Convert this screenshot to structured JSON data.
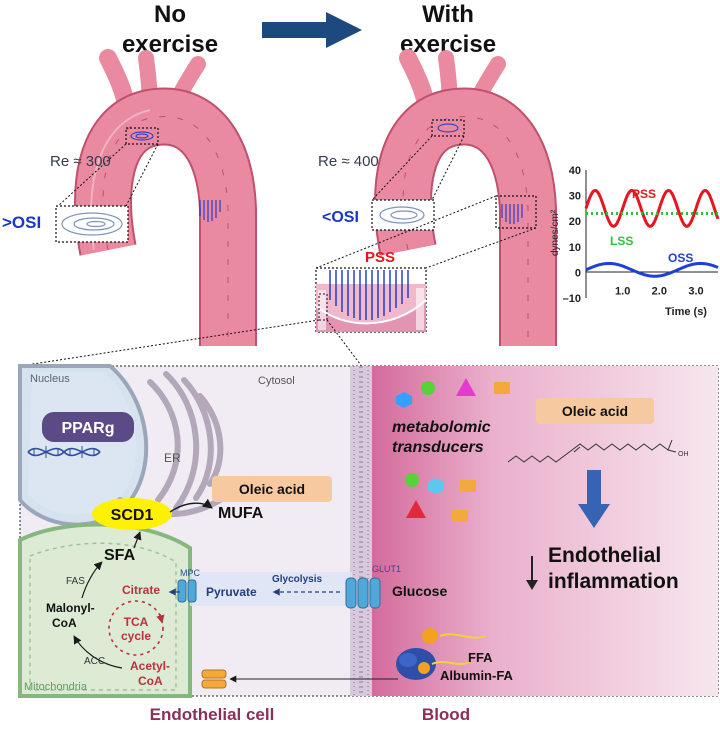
{
  "headers": {
    "no_exercise_line1": "No",
    "no_exercise_line2": "exercise",
    "with_exercise_line1": "With",
    "with_exercise_line2": "exercise"
  },
  "aorta_left": {
    "reynolds": "Re ≈ 300",
    "osi": ">OSI"
  },
  "aorta_right": {
    "reynolds": "Re ≈ 400",
    "osi": "<OSI",
    "pss_label": "PSS"
  },
  "chart_data": {
    "type": "line",
    "title": "",
    "xlabel": "Time (s)",
    "ylabel": "dynes/cm²",
    "xlim": [
      0,
      3.6
    ],
    "ylim": [
      -10,
      40
    ],
    "xticks": [
      "1.0",
      "2.0",
      "3.0"
    ],
    "yticks": [
      "40",
      "30",
      "20",
      "10",
      "0",
      "–10"
    ],
    "grid": false,
    "series": [
      {
        "name": "PSS",
        "color": "#e8141e",
        "style": "solid",
        "mean": 25,
        "amplitude": 7,
        "period": 1.0
      },
      {
        "name": "LSS",
        "color": "#2fbf3a",
        "style": "dotted",
        "mean": 23,
        "amplitude": 0,
        "period": 1.0
      },
      {
        "name": "OSS",
        "color": "#1f3fd6",
        "style": "solid",
        "mean": 1,
        "amplitude": 2.5,
        "period": 2.5
      }
    ]
  },
  "cell": {
    "nucleus": "Nucleus",
    "cytosol": "Cytosol",
    "pparg": "PPARg",
    "er": "ER",
    "scd1": "SCD1",
    "mufa": "MUFA",
    "oleic_acid": "Oleic acid",
    "sfa": "SFA",
    "fas": "FAS",
    "malonyl_line1": "Malonyl-",
    "malonyl_line2": "CoA",
    "acc": "ACC",
    "citrate": "Citrate",
    "tca_line1": "TCA",
    "tca_line2": "cycle",
    "acetyl_line1": "Acetyl-",
    "acetyl_line2": "CoA",
    "mitochondria": "Mitochondria",
    "mpc": "MPC",
    "pyruvate": "Pyruvate",
    "glycolysis": "Glycolysis",
    "glut1": "GLUT1",
    "glucose": "Glucose",
    "label": "Endothelial cell"
  },
  "blood": {
    "metabolomic_line1": "metabolomic",
    "metabolomic_line2": "transducers",
    "oleic_acid": "Oleic acid",
    "oh": "OH",
    "ffa": "FFA",
    "albumin": "Albumin-FA",
    "label": "Blood"
  },
  "outcome": {
    "line1": "Endothelial",
    "line2": "inflammation"
  },
  "colors": {
    "navy_arrow": "#1d4a7e",
    "vessel": "#e98aa0",
    "vessel_dark": "#c0506e",
    "pss_red": "#e8141e",
    "osi_blue": "#1836c8",
    "cell_bg": "#f1ecf3",
    "blood_bg": "#e7a8c5",
    "scd1_yellow": "#fff200",
    "tag_orange": "#f6c9a0",
    "pparg_purple": "#5b4a86",
    "caption_purple": "#8b2f5b"
  }
}
